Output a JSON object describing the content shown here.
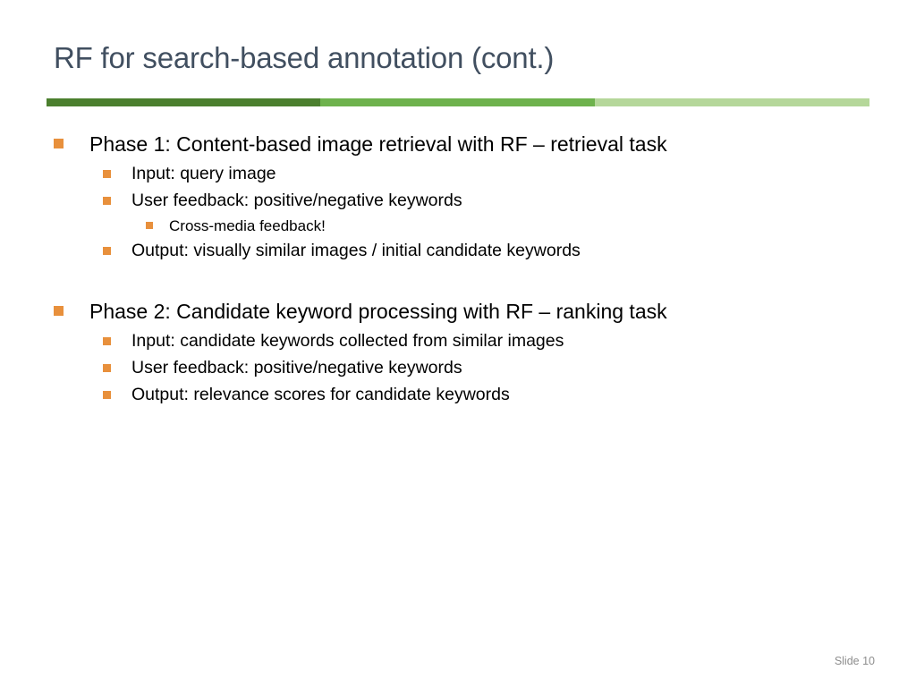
{
  "slide": {
    "title": "RF for search-based annotation (cont.)",
    "title_color": "#414f60",
    "background_color": "#ffffff",
    "slide_number_label": "Slide 10",
    "slide_number_color": "#8d8d8d"
  },
  "divider": {
    "dark_color": "#4b7f2e",
    "medium_color": "#6eb24d",
    "light_color": "#b5d79a"
  },
  "bullets": {
    "marker_color": "#e8903c",
    "phase1": {
      "heading": "Phase 1: Content-based image retrieval with RF – retrieval task",
      "items": [
        {
          "text": "Input: query image",
          "level": 2
        },
        {
          "text": "User feedback: positive/negative keywords",
          "level": 2
        },
        {
          "text": "Cross-media feedback!",
          "level": 3
        },
        {
          "text": "Output: visually similar images / initial candidate keywords",
          "level": 2
        }
      ]
    },
    "phase2": {
      "heading": "Phase 2: Candidate keyword processing with RF – ranking task",
      "items": [
        {
          "text": "Input: candidate keywords collected from similar images",
          "level": 2
        },
        {
          "text": "User feedback: positive/negative keywords",
          "level": 2
        },
        {
          "text": "Output: relevance scores for candidate keywords",
          "level": 2
        }
      ]
    }
  }
}
